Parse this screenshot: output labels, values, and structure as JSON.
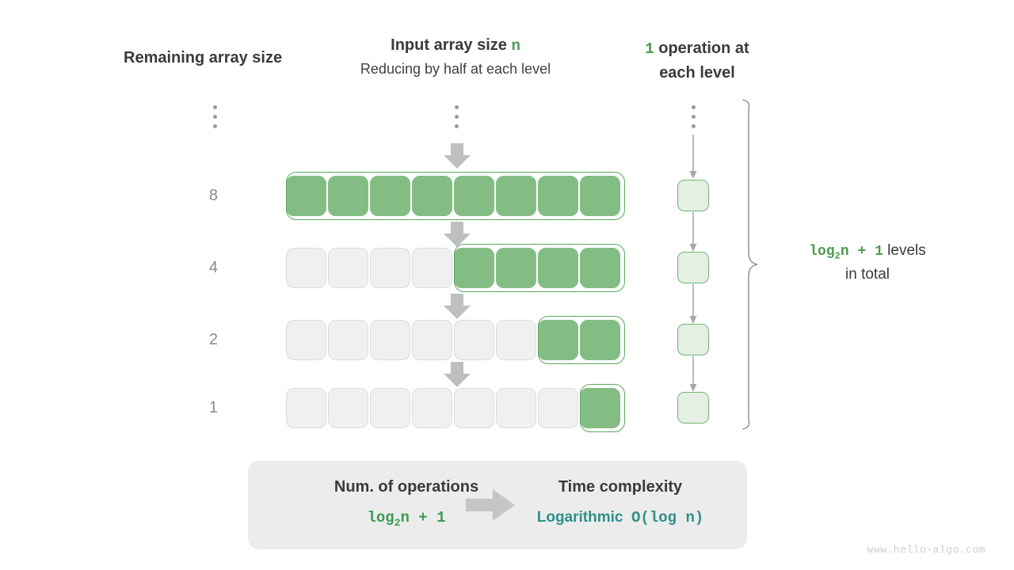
{
  "headers": {
    "left": "Remaining array size",
    "center_title_prefix": "Input array size ",
    "center_title_var": "n",
    "center_subtitle": "Reducing by half at each level",
    "right_count": "1",
    "right_text_line1": " operation at",
    "right_text_line2": "each level"
  },
  "ellipsis_icon": "vertical-ellipsis",
  "rows": [
    {
      "label": "8",
      "total_cells": 8,
      "filled_cells": 8
    },
    {
      "label": "4",
      "total_cells": 8,
      "filled_cells": 4
    },
    {
      "label": "2",
      "total_cells": 8,
      "filled_cells": 2
    },
    {
      "label": "1",
      "total_cells": 8,
      "filled_cells": 1
    }
  ],
  "note": {
    "formula": "log",
    "formula_sub": "2",
    "formula_rest": "n + 1",
    "text_after": " levels",
    "text_line2": "in total"
  },
  "summary": {
    "left_title": "Num. of operations",
    "left_value_prefix": "log",
    "left_value_sub": "2",
    "left_value_rest": "n + 1",
    "arrow_icon": "right-arrow-icon",
    "right_title": "Time complexity",
    "right_value_word": "Logarithmic",
    "right_value_notation": "O(log n)"
  },
  "watermark": "www.hello-algo.com",
  "colors": {
    "green_fill": "#83bd83",
    "green_border": "#5aa861",
    "pale_green_fill": "#e6efe4",
    "pale_green_border": "#6fb574",
    "empty_fill": "#f0f0f0",
    "empty_border": "#dcdcdc",
    "arrow_gray": "#bfbfbf",
    "text_dark": "#3a3a3a",
    "accent_green": "#4c9a4c",
    "accent_teal": "#2f9089",
    "summary_bg": "#ececec"
  }
}
